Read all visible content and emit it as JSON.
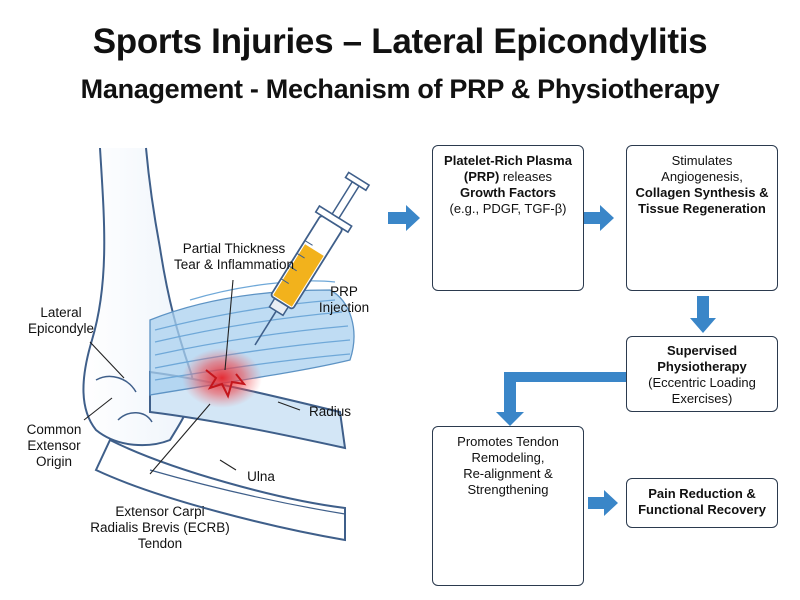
{
  "title": {
    "line1": "Sports Injuries – Lateral Epicondylitis",
    "line2": "Management - Mechanism of PRP & Physiotherapy"
  },
  "anatomy_labels": {
    "tear_line1": "Partial Thickness",
    "tear_line2": "Tear & Inflammation",
    "prp_line1": "PRP",
    "prp_line2": "Injection",
    "lateral_line1": "Lateral",
    "lateral_line2": "Epicondyle",
    "common_line1": "Common",
    "common_line2": "Extensor",
    "common_line3": "Origin",
    "radius": "Radius",
    "ulna": "Ulna",
    "ecrb_line1": "Extensor Carpi",
    "ecrb_line2": "Radialis Brevis (ECRB)",
    "ecrb_line3": "Tendon"
  },
  "boxes": {
    "prp": {
      "l1a": "Platelet-Rich Plasma",
      "l2a": "(PRP)",
      "l2b": " releases",
      "l3a": "Growth Factors",
      "l4": "(e.g., PDGF, TGF-β)"
    },
    "stimulates": {
      "l1": "Stimulates",
      "l2": "Angiogenesis,",
      "l3": "Collagen Synthesis &",
      "l4": "Tissue Regeneration"
    },
    "physio": {
      "l1": "Supervised",
      "l2": "Physiotherapy",
      "l3": "(Eccentric Loading",
      "l4": "Exercises)"
    },
    "remodel": {
      "l1": "Promotes Tendon",
      "l2": "Remodeling,",
      "l3": "Re-alignment &",
      "l4": "Strengthening"
    },
    "outcome": {
      "l1": "Pain Reduction &",
      "l2": "Functional Recovery"
    }
  },
  "colors": {
    "arrow": "#3a86c8",
    "tendon": "#9ec9ec",
    "bone_line": "#3f5f8a",
    "inflammation": "#e6232a",
    "syringe_fluid": "#f2b21c",
    "platelet": "#f0b93a",
    "vessel": "#d9363b"
  }
}
